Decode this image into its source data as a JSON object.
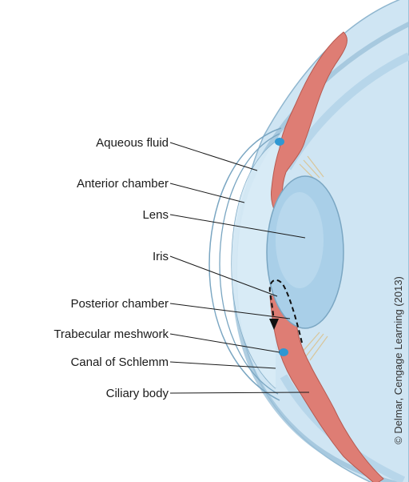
{
  "labels": {
    "aqueous_fluid": "Aqueous fluid",
    "anterior_chamber": "Anterior chamber",
    "lens": "Lens",
    "iris": "Iris",
    "posterior_chamber": "Posterior chamber",
    "trabecular_meshwork": "Trabecular meshwork",
    "canal_of_schlemm": "Canal of Schlemm",
    "ciliary_body": "Ciliary body"
  },
  "credit": "© Delmar, Cengage Learning (2013)",
  "colors": {
    "eyeball": "#cfe5f3",
    "eyeball_edge": "#8fb6cf",
    "lens": "#a9cfe8",
    "tissue": "#de7d74",
    "tissue_edge": "#b65950",
    "canal": "#2f97d2",
    "zonule": "#d9c69a"
  }
}
